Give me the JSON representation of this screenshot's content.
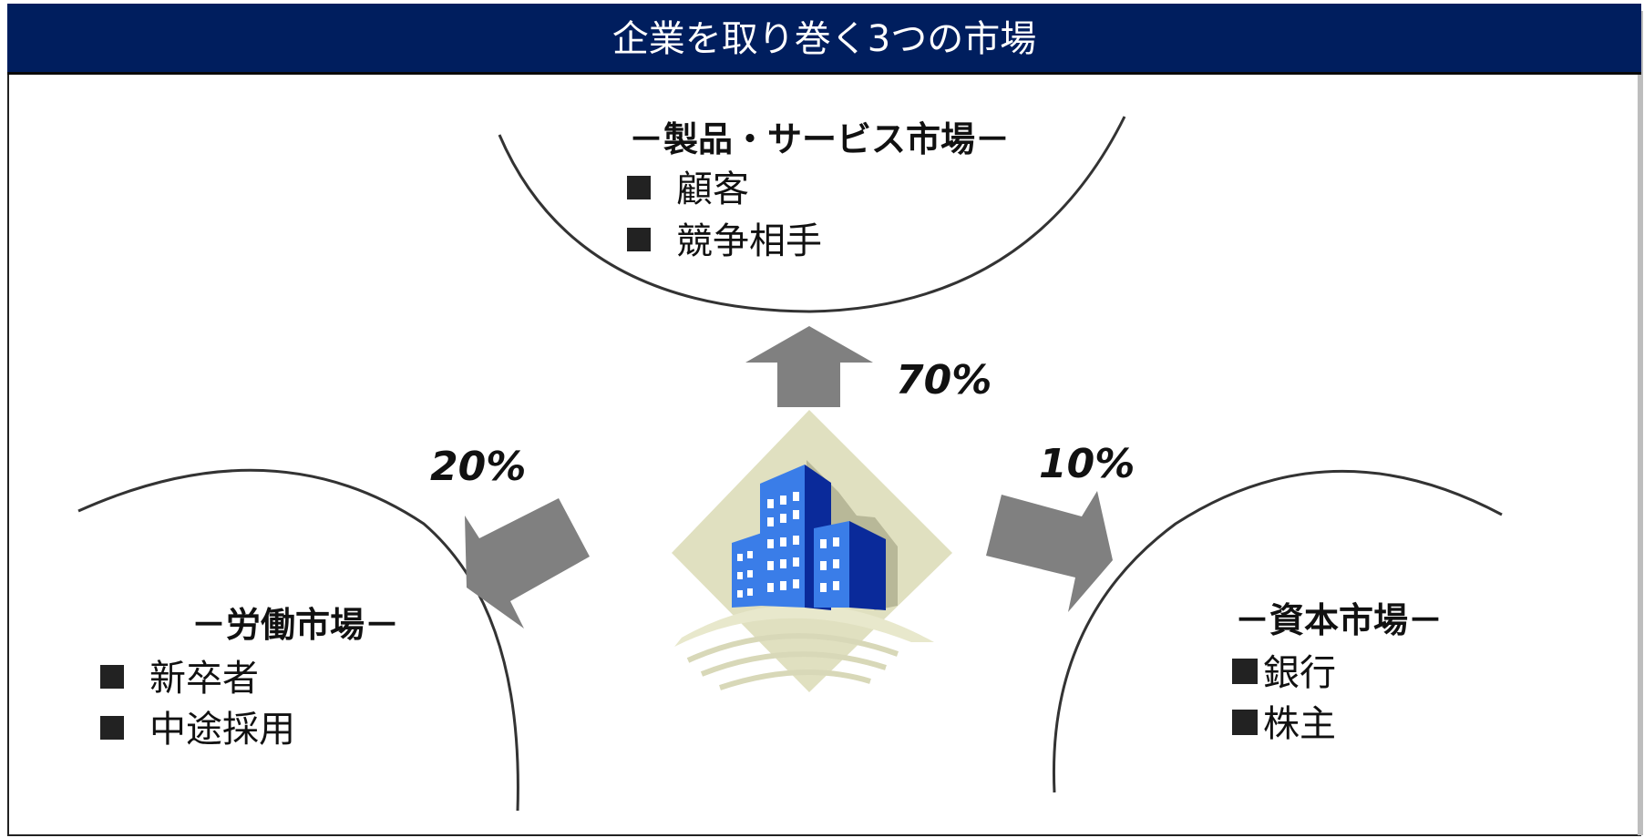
{
  "header": {
    "title": "企業を取り巻く3つの市場"
  },
  "markets": {
    "product": {
      "title": "－製品・サービス市場－",
      "items": [
        "顧客",
        "競争相手"
      ],
      "percent": "70%"
    },
    "labor": {
      "title": "－労働市場－",
      "items": [
        "新卒者",
        "中途採用"
      ],
      "percent": "20%"
    },
    "capital": {
      "title": "－資本市場－",
      "items": [
        "銀行",
        "株主"
      ],
      "percent": "10%"
    }
  },
  "colors": {
    "header_bg": "#001e5e",
    "arrow": "#808080",
    "diamond": "#e0e0c0",
    "building_light": "#3a7de8",
    "building_dark": "#0a2a9a"
  },
  "icons": {
    "center": "office-building-icon"
  }
}
